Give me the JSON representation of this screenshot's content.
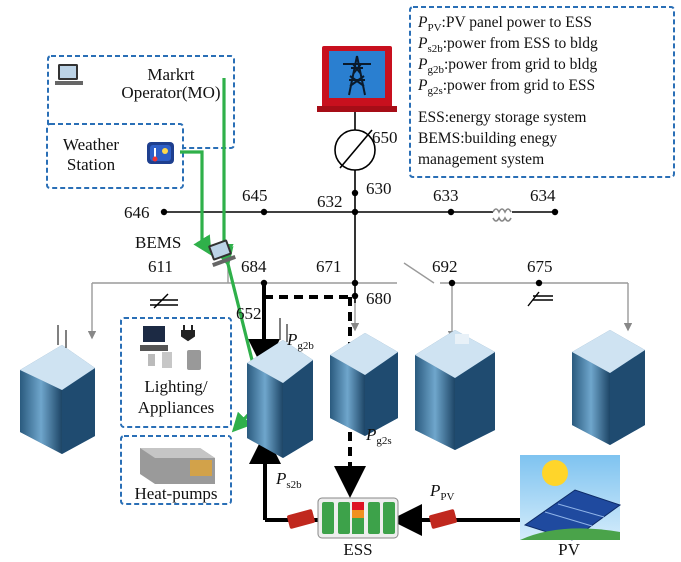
{
  "legend": {
    "items": [
      {
        "symbol": "P",
        "subscript": "PV",
        "text": ":PV panel power to ESS"
      },
      {
        "symbol": "P",
        "subscript": "s2b",
        "text": ":power from ESS to bldg"
      },
      {
        "symbol": "P",
        "subscript": "g2b",
        "text": ":power from grid to bldg"
      },
      {
        "symbol": "P",
        "subscript": "g2s",
        "text": ":power from grid to ESS"
      }
    ],
    "ess_def": "ESS:energy storage system",
    "bems_def_line1": "BEMS:building enegy",
    "bems_def_line2": "management system"
  },
  "nodes": {
    "mo_line1": "Markrt",
    "mo_line2": "Operator(MO)",
    "weather_line1": "Weather",
    "weather_line2": "Station",
    "bems": "BEMS",
    "ess": "ESS",
    "pv": "PV"
  },
  "buses": {
    "b650": "650",
    "b645": "645",
    "b632": "632",
    "b630": "630",
    "b633": "633",
    "b634": "634",
    "b646": "646",
    "b611": "611",
    "b684": "684",
    "b671": "671",
    "b692": "692",
    "b675": "675",
    "b680": "680",
    "b652": "652"
  },
  "loads": {
    "lighting_line1": "Lighting/",
    "lighting_line2": "Appliances",
    "heat_pumps": "Heat-pumps"
  },
  "flows": {
    "pg2b": {
      "symbol": "P",
      "subscript": "g2b"
    },
    "pg2s": {
      "symbol": "P",
      "subscript": "g2s"
    },
    "ps2b": {
      "symbol": "P",
      "subscript": "s2b"
    },
    "ppv": {
      "symbol": "P",
      "subscript": "PV"
    }
  },
  "colors": {
    "dashed_box": "#2a6fb6",
    "communication": "#2fb04a",
    "power_flow": "#000000",
    "substation": "#c8101e"
  }
}
